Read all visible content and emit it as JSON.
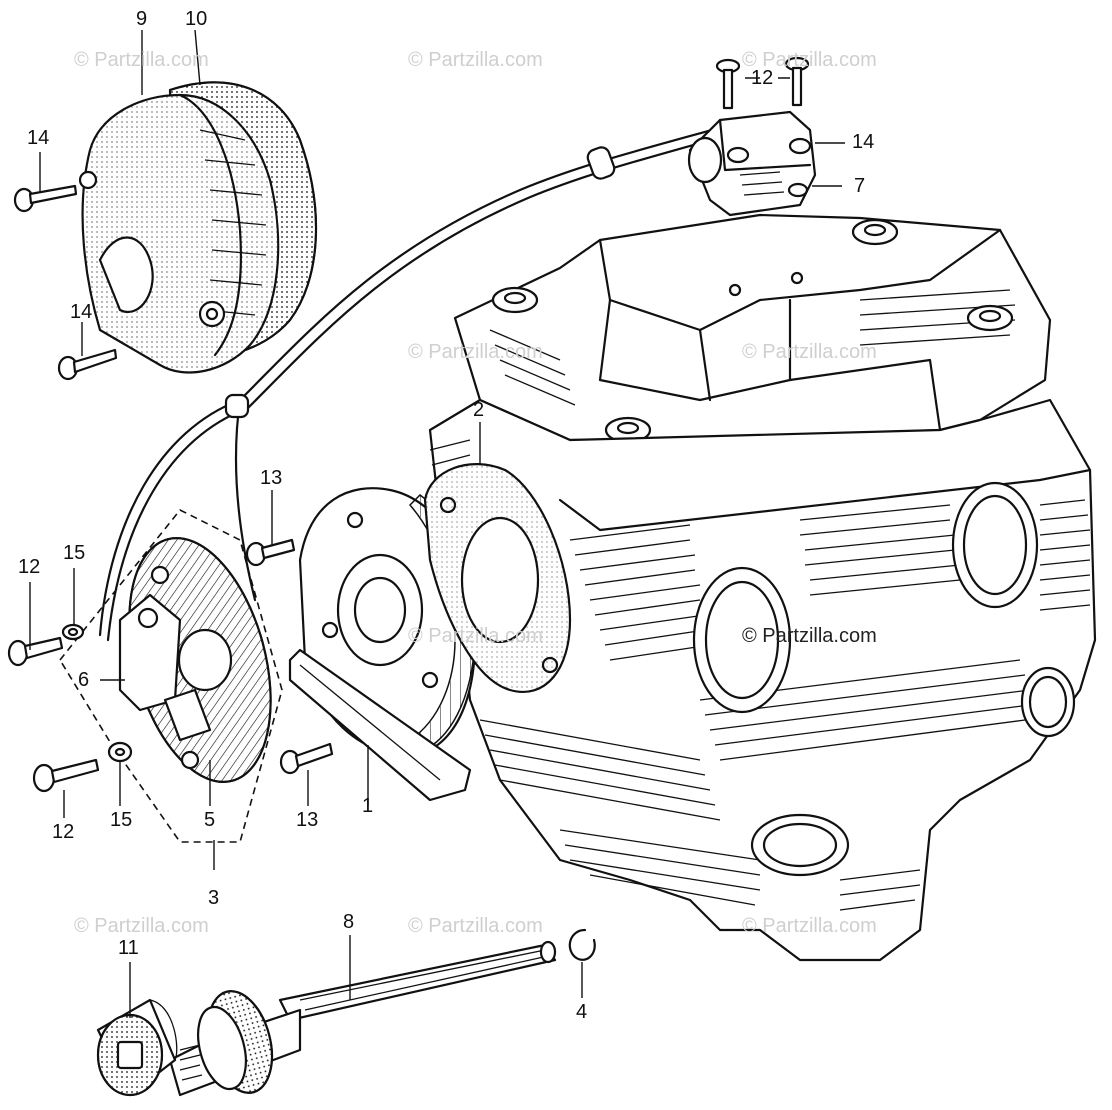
{
  "diagram": {
    "callouts": {
      "c1": "1",
      "c2": "2",
      "c3": "3",
      "c4": "4",
      "c5": "5",
      "c6": "6",
      "c7": "7",
      "c8": "8",
      "c9": "9",
      "c10": "10",
      "c11": "11",
      "c12a": "12",
      "c12b": "12",
      "c12c": "12",
      "c13a": "13",
      "c13b": "13",
      "c14a": "14",
      "c14b": "14",
      "c14c": "14",
      "c15a": "15",
      "c15b": "15"
    },
    "watermark": "© Partzilla.com"
  }
}
